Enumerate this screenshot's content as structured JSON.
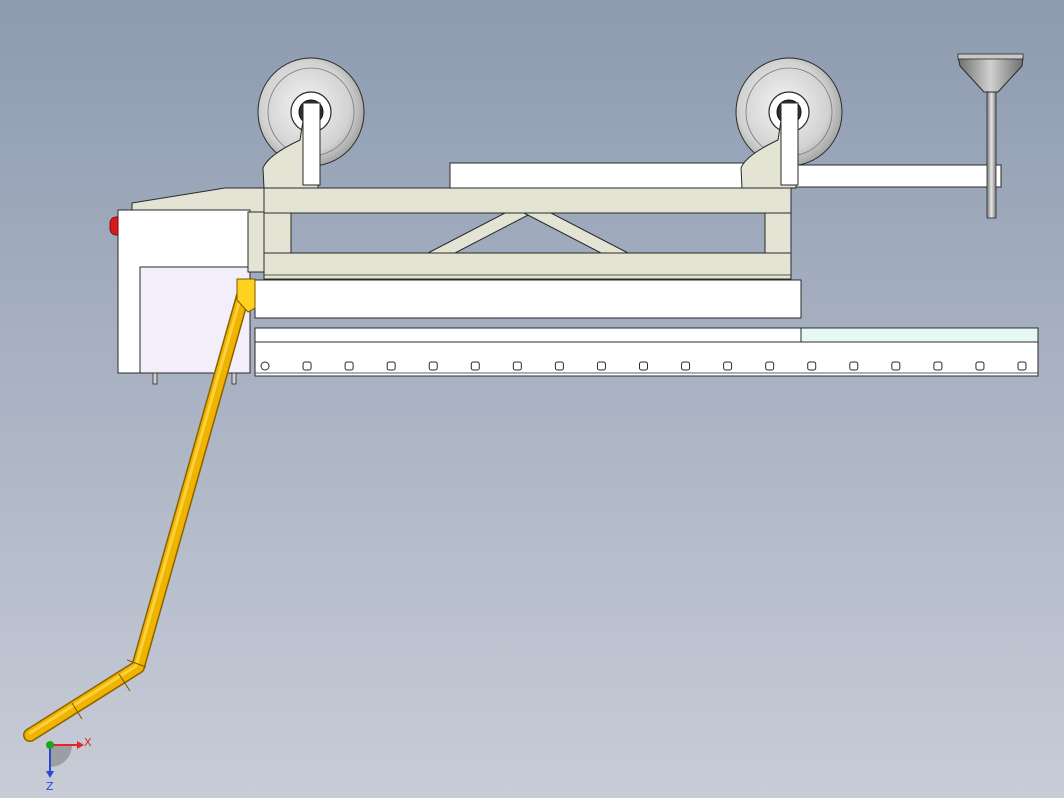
{
  "viewport": {
    "background_top": "#8d9bb0",
    "background_bottom": "#c8ccd7"
  },
  "colors": {
    "frame_fill": "#e4e4d4",
    "frame_stroke": "#2a2a2a",
    "panel_fill": "#ffffff",
    "panel_inner_fill": "#f3eefa",
    "hose": "#f0b400",
    "hose_dark": "#b07f00",
    "connector": "#ffd21f",
    "light_strip": "#e6f8f4",
    "wheel": "#d8d8d8",
    "wheel_dark": "#8a8a8a",
    "funnel": "#9b9b9b",
    "red_part": "#d81c1c",
    "axis_x": "#e22525",
    "axis_y": "#1aa81a",
    "axis_z": "#2448d8"
  },
  "nozzle_bar": {
    "hole_count": 19
  },
  "axes": {
    "x_label": "X",
    "z_label": "Z"
  }
}
